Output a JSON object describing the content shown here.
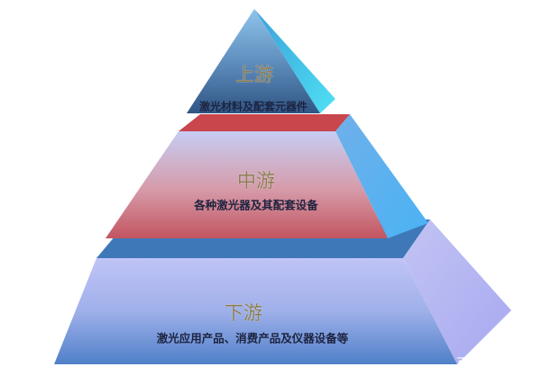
{
  "tiers": [
    {
      "title": "上游",
      "description": "激光材料及配套元器件"
    },
    {
      "title": "中游",
      "description": "各种激光器及其配套设备"
    },
    {
      "title": "下游",
      "description": "激光应用产品、消费产品及仪器设备等"
    }
  ],
  "watermark": "百家",
  "colors": {
    "top_tier": "#3e6b9a",
    "middle_tier": "#c85a66",
    "bottom_tier": "#8fa0e0",
    "side_face": "#5bb8ee",
    "title_text": "#8d7d52"
  }
}
